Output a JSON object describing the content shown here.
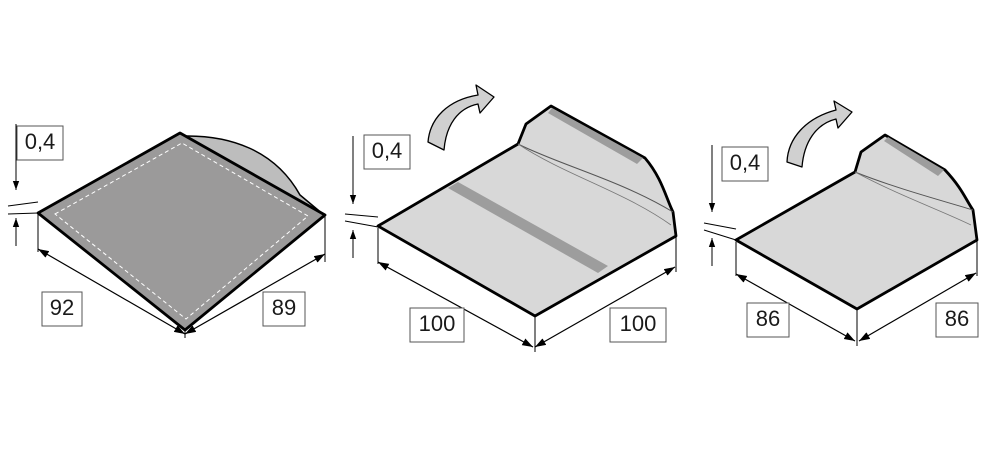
{
  "figures": [
    {
      "thickness_label": "0,4",
      "left_dim_label": "92",
      "right_dim_label": "89",
      "sheet_color": "#9b9a9a",
      "has_rotate_arrow": false
    },
    {
      "thickness_label": "0,4",
      "left_dim_label": "100",
      "right_dim_label": "100",
      "sheet_color": "#d8d8d8",
      "stripe_color": "#9d9d9d",
      "has_rotate_arrow": true
    },
    {
      "thickness_label": "0,4",
      "left_dim_label": "86",
      "right_dim_label": "86",
      "sheet_color": "#d8d8d8",
      "stripe_color": "#9d9d9d",
      "has_rotate_arrow": true
    }
  ],
  "colors": {
    "edge": "#000000",
    "arrow_fill": "#d0d0d0",
    "box_border": "#555555"
  },
  "icons": {
    "rotate": "curved-rotate-arrow-icon"
  }
}
